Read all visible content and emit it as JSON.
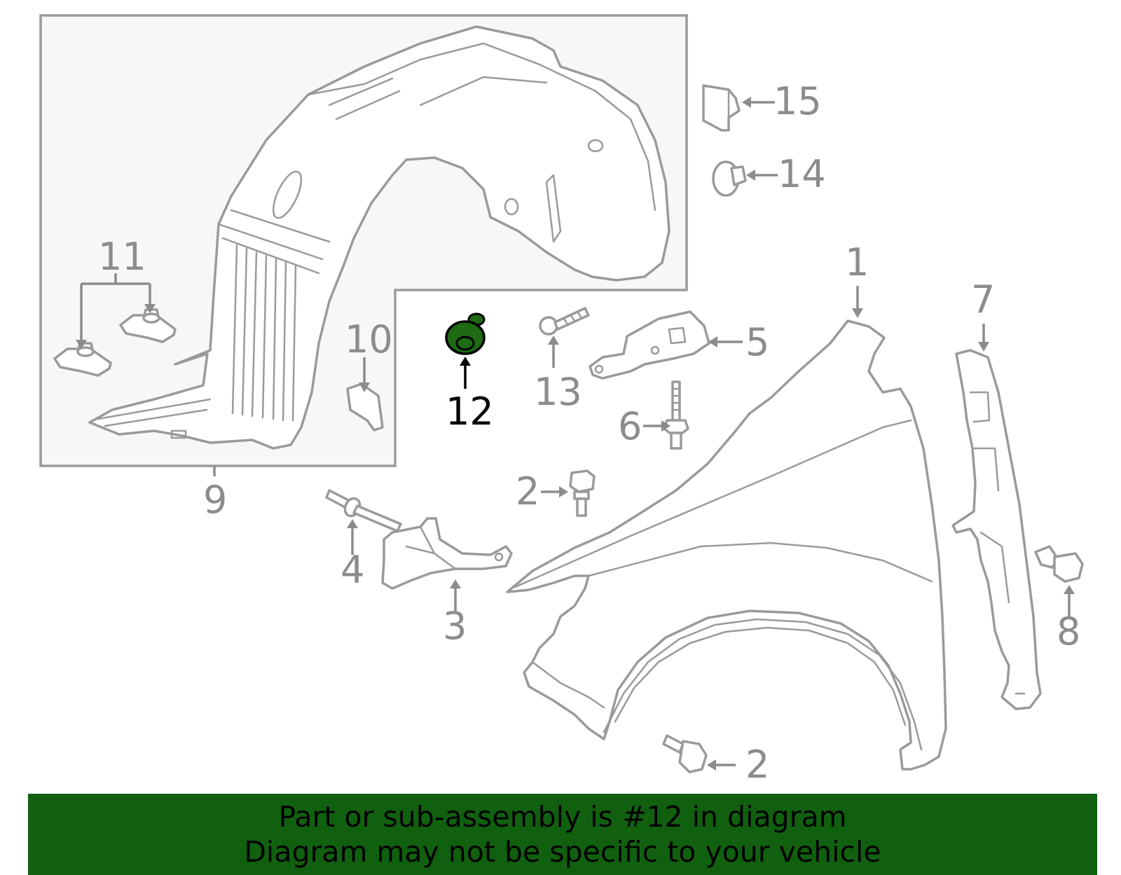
{
  "callouts": {
    "c1": "1",
    "c2a": "2",
    "c2b": "2",
    "c3": "3",
    "c4": "4",
    "c5": "5",
    "c6": "6",
    "c7": "7",
    "c8": "8",
    "c9": "9",
    "c10": "10",
    "c11": "11",
    "c12": "12",
    "c13": "13",
    "c14": "14",
    "c15": "15"
  },
  "highlighted_part": "12",
  "colors": {
    "highlight_part": "#1e6b14",
    "banner_bg": "#116010",
    "line_gray": "#9a9a9a"
  },
  "banner": {
    "line1": "Part or sub-assembly is #12 in diagram",
    "line2": "Diagram may not be specific to your vehicle"
  }
}
